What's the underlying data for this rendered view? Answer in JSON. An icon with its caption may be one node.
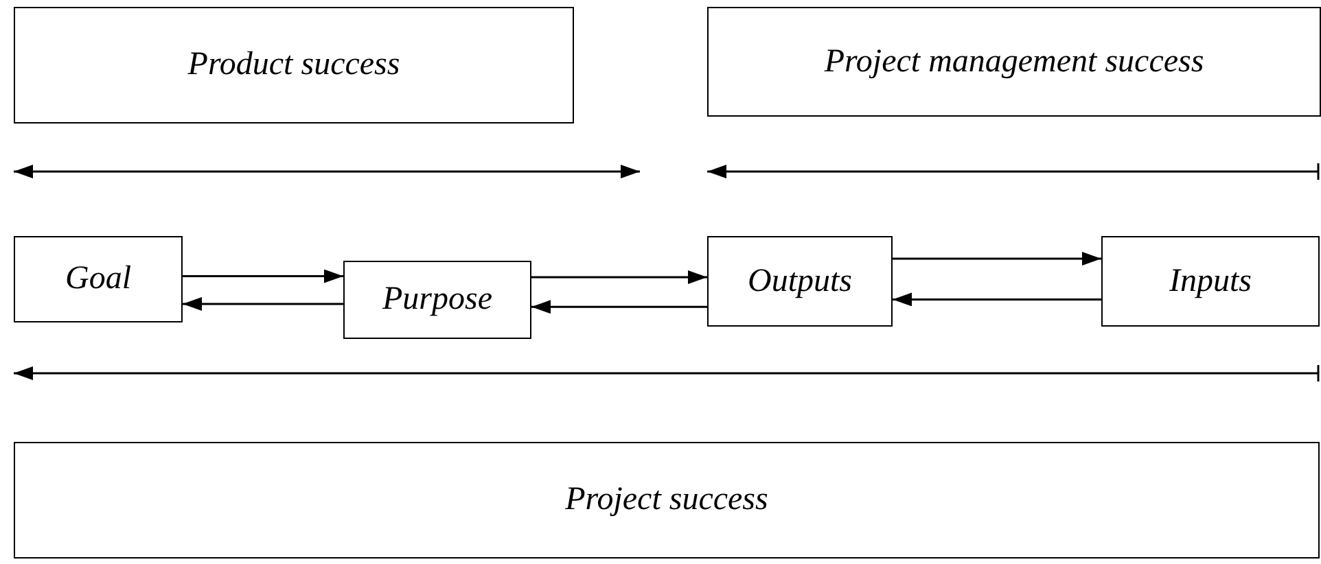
{
  "diagram": {
    "nodes": [
      {
        "text": [
          "Product success"
        ]
      },
      {
        "text": [
          "Project management success"
        ]
      },
      {
        "text": [
          "Goal"
        ]
      },
      {
        "text": [
          "Purpose"
        ]
      },
      {
        "text": [
          "Outputs"
        ]
      },
      {
        "text": [
          "Inputs"
        ]
      },
      {
        "text": [
          "Project success"
        ]
      }
    ],
    "edges": [
      {
        "from": 2,
        "to": 3,
        "arrow": "to"
      },
      {
        "from": 3,
        "to": 2,
        "arrow": "to"
      },
      {
        "from": 3,
        "to": 4,
        "arrow": "to"
      },
      {
        "from": 4,
        "to": 3,
        "arrow": "to"
      },
      {
        "from": 4,
        "to": 5,
        "arrow": "to"
      },
      {
        "from": 5,
        "to": 4,
        "arrow": "to"
      }
    ]
  }
}
